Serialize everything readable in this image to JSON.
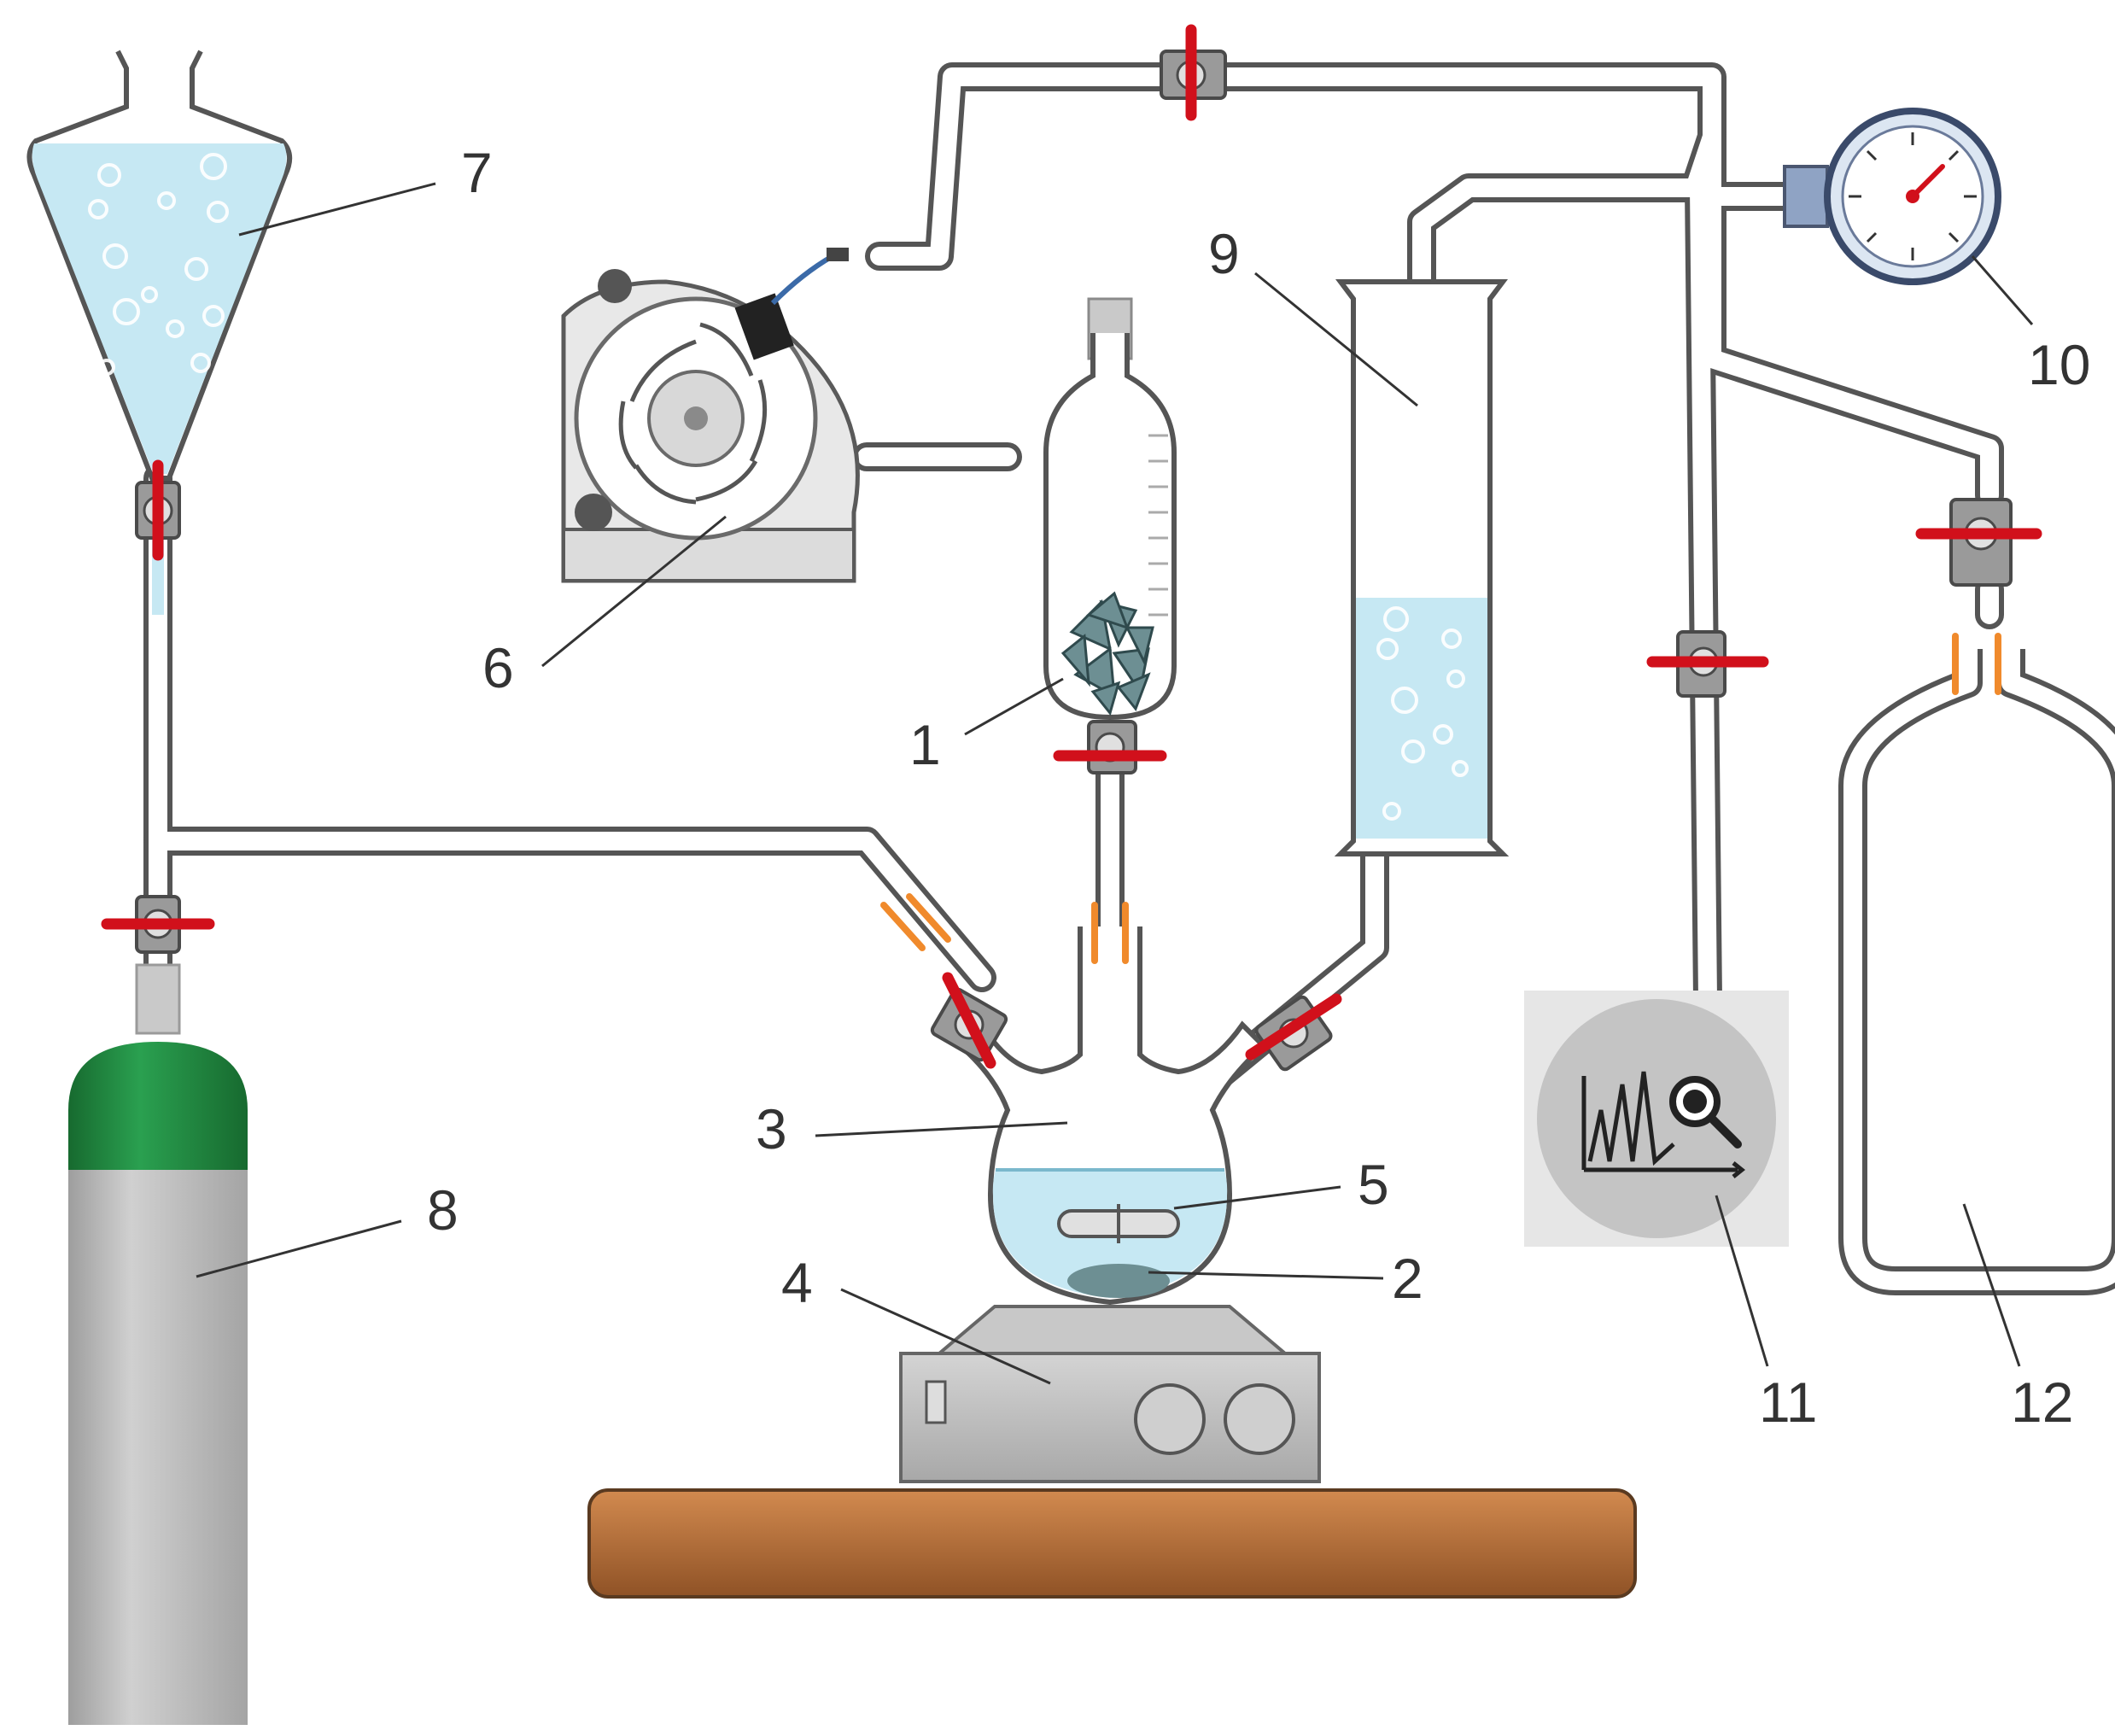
{
  "labels": {
    "l1": "1",
    "l2": "2",
    "l3": "3",
    "l4": "4",
    "l5": "5",
    "l6": "6",
    "l7": "7",
    "l8": "8",
    "l9": "9",
    "l10": "10",
    "l11": "11",
    "l12": "12"
  },
  "colors": {
    "liquid": "#c6e8f3",
    "tube_outline": "#555555",
    "valve_handle": "#d1101b",
    "sleeve": "#f08a2c",
    "cylinder_cap": "#1f7a3a",
    "cylinder_body": "#b6b6b6",
    "table_top": "#b8703a",
    "stirrer": "#c8c8c8",
    "catalyst": "#4a6a6e",
    "analyzer_bg": "#dcdcdc"
  },
  "icons": {
    "fan": "centrifugal-fan-icon",
    "gauge": "pressure-gauge-icon",
    "analyzer": "chromatogram-magnifier-icon"
  }
}
